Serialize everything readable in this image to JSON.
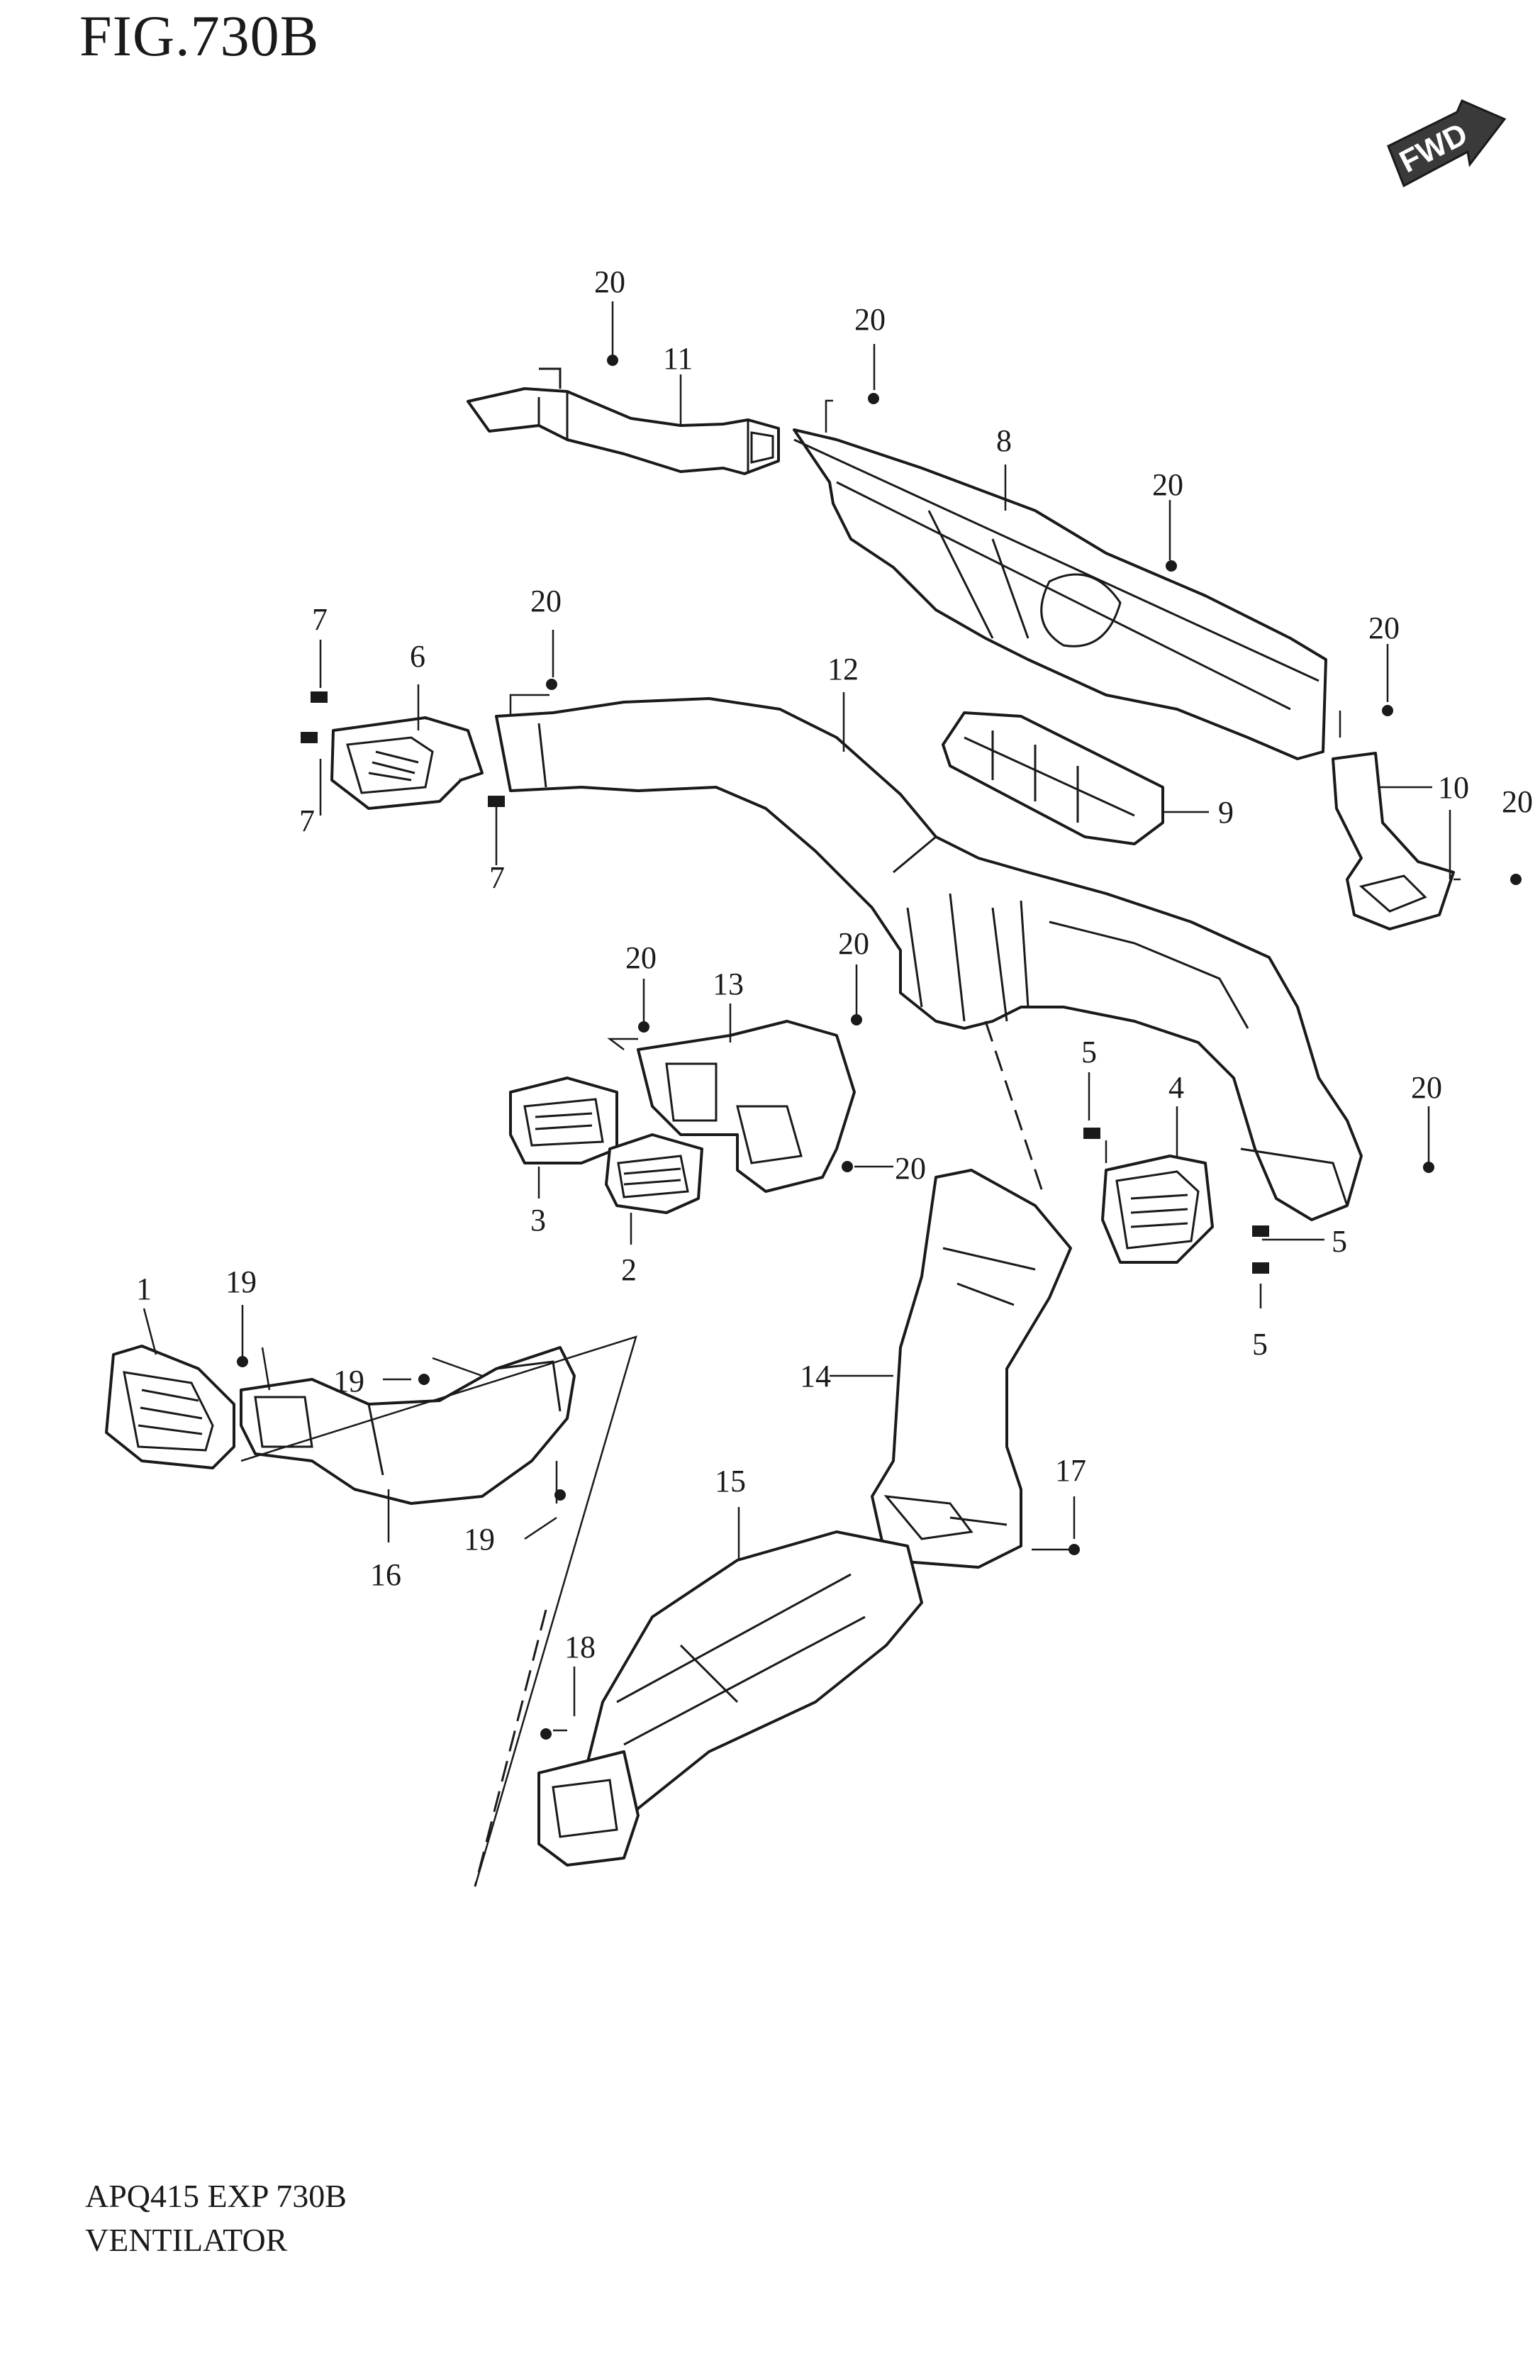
{
  "figure": {
    "title": "FIG.730B",
    "code": "APQ415 EXP 730B",
    "name": "VENTILATOR",
    "direction_label": "FWD"
  },
  "callouts": {
    "n1": "1",
    "n2": "2",
    "n3": "3",
    "n4": "4",
    "n5a": "5",
    "n5b": "5",
    "n5c": "5",
    "n6": "6",
    "n7a": "7",
    "n7b": "7",
    "n7c": "7",
    "n8": "8",
    "n9": "9",
    "n10": "10",
    "n11": "11",
    "n12": "12",
    "n13": "13",
    "n14": "14",
    "n15": "15",
    "n16": "16",
    "n17": "17",
    "n18": "18",
    "n19a": "19",
    "n19b": "19",
    "n19c": "19",
    "n20a": "20",
    "n20b": "20",
    "n20c": "20",
    "n20d": "20",
    "n20e": "20",
    "n20f": "20",
    "n20g": "20",
    "n20h": "20",
    "n20i": "20",
    "n20j": "20"
  },
  "colors": {
    "ink": "#1a1a1a",
    "paper": "#ffffff",
    "fwd_badge": "#3a3a3a"
  }
}
